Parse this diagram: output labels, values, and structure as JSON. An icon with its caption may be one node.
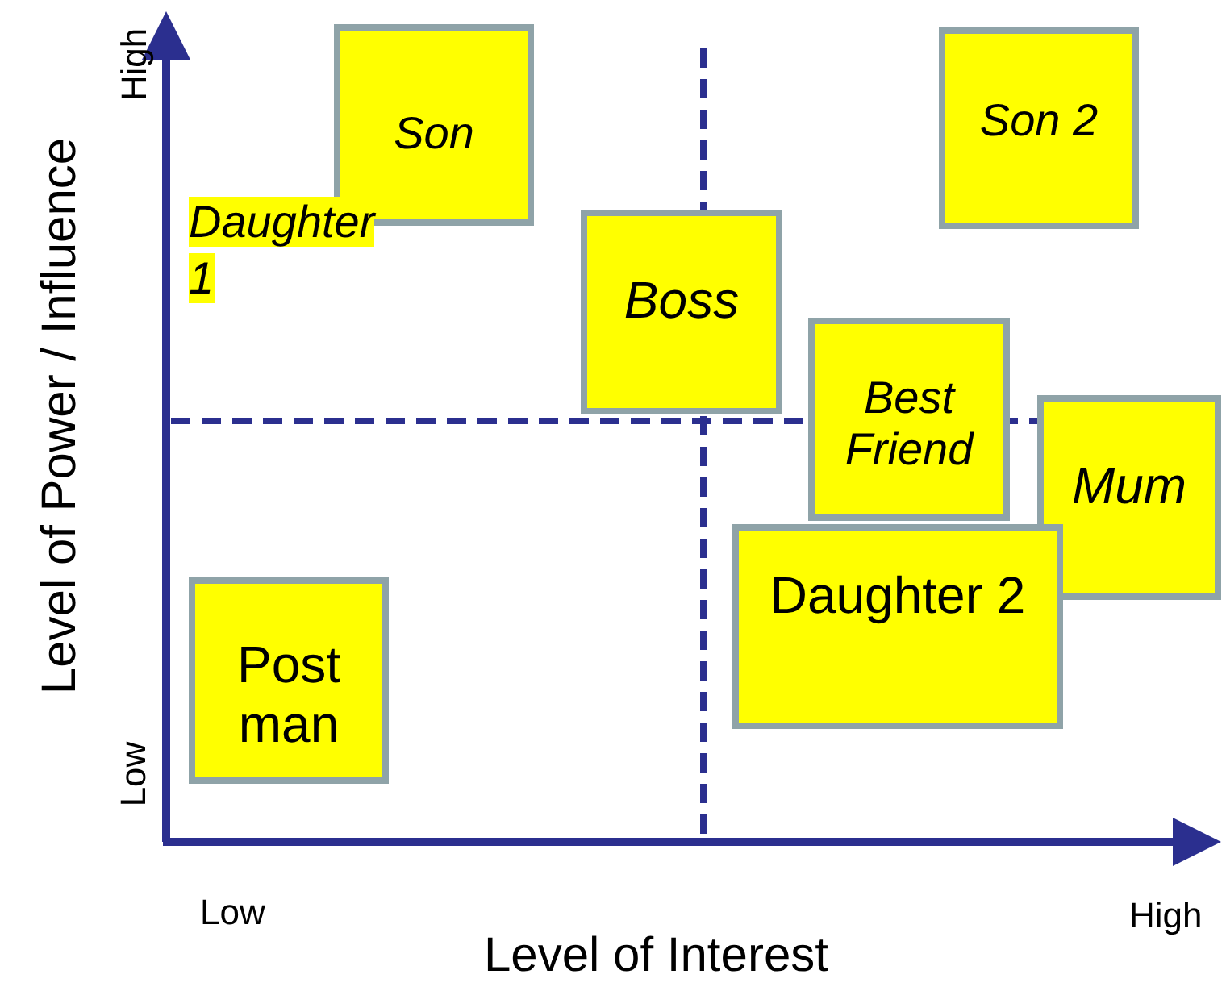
{
  "diagram": {
    "nodes": [
      {
        "text": [
          "Son"
        ]
      },
      {
        "text": [
          "Son 2"
        ]
      },
      {
        "text": [
          "Daughter 1"
        ]
      },
      {
        "text": [
          "Boss"
        ]
      },
      {
        "text": [
          "Best Friend"
        ]
      },
      {
        "text": [
          "Mum"
        ]
      },
      {
        "text": [
          "Daughter 2"
        ]
      },
      {
        "text": [
          "Post man"
        ]
      }
    ],
    "labels": [
      "High",
      "Level of Power / Influence",
      "Low",
      "Low",
      "Level of Interest",
      "High"
    ]
  }
}
